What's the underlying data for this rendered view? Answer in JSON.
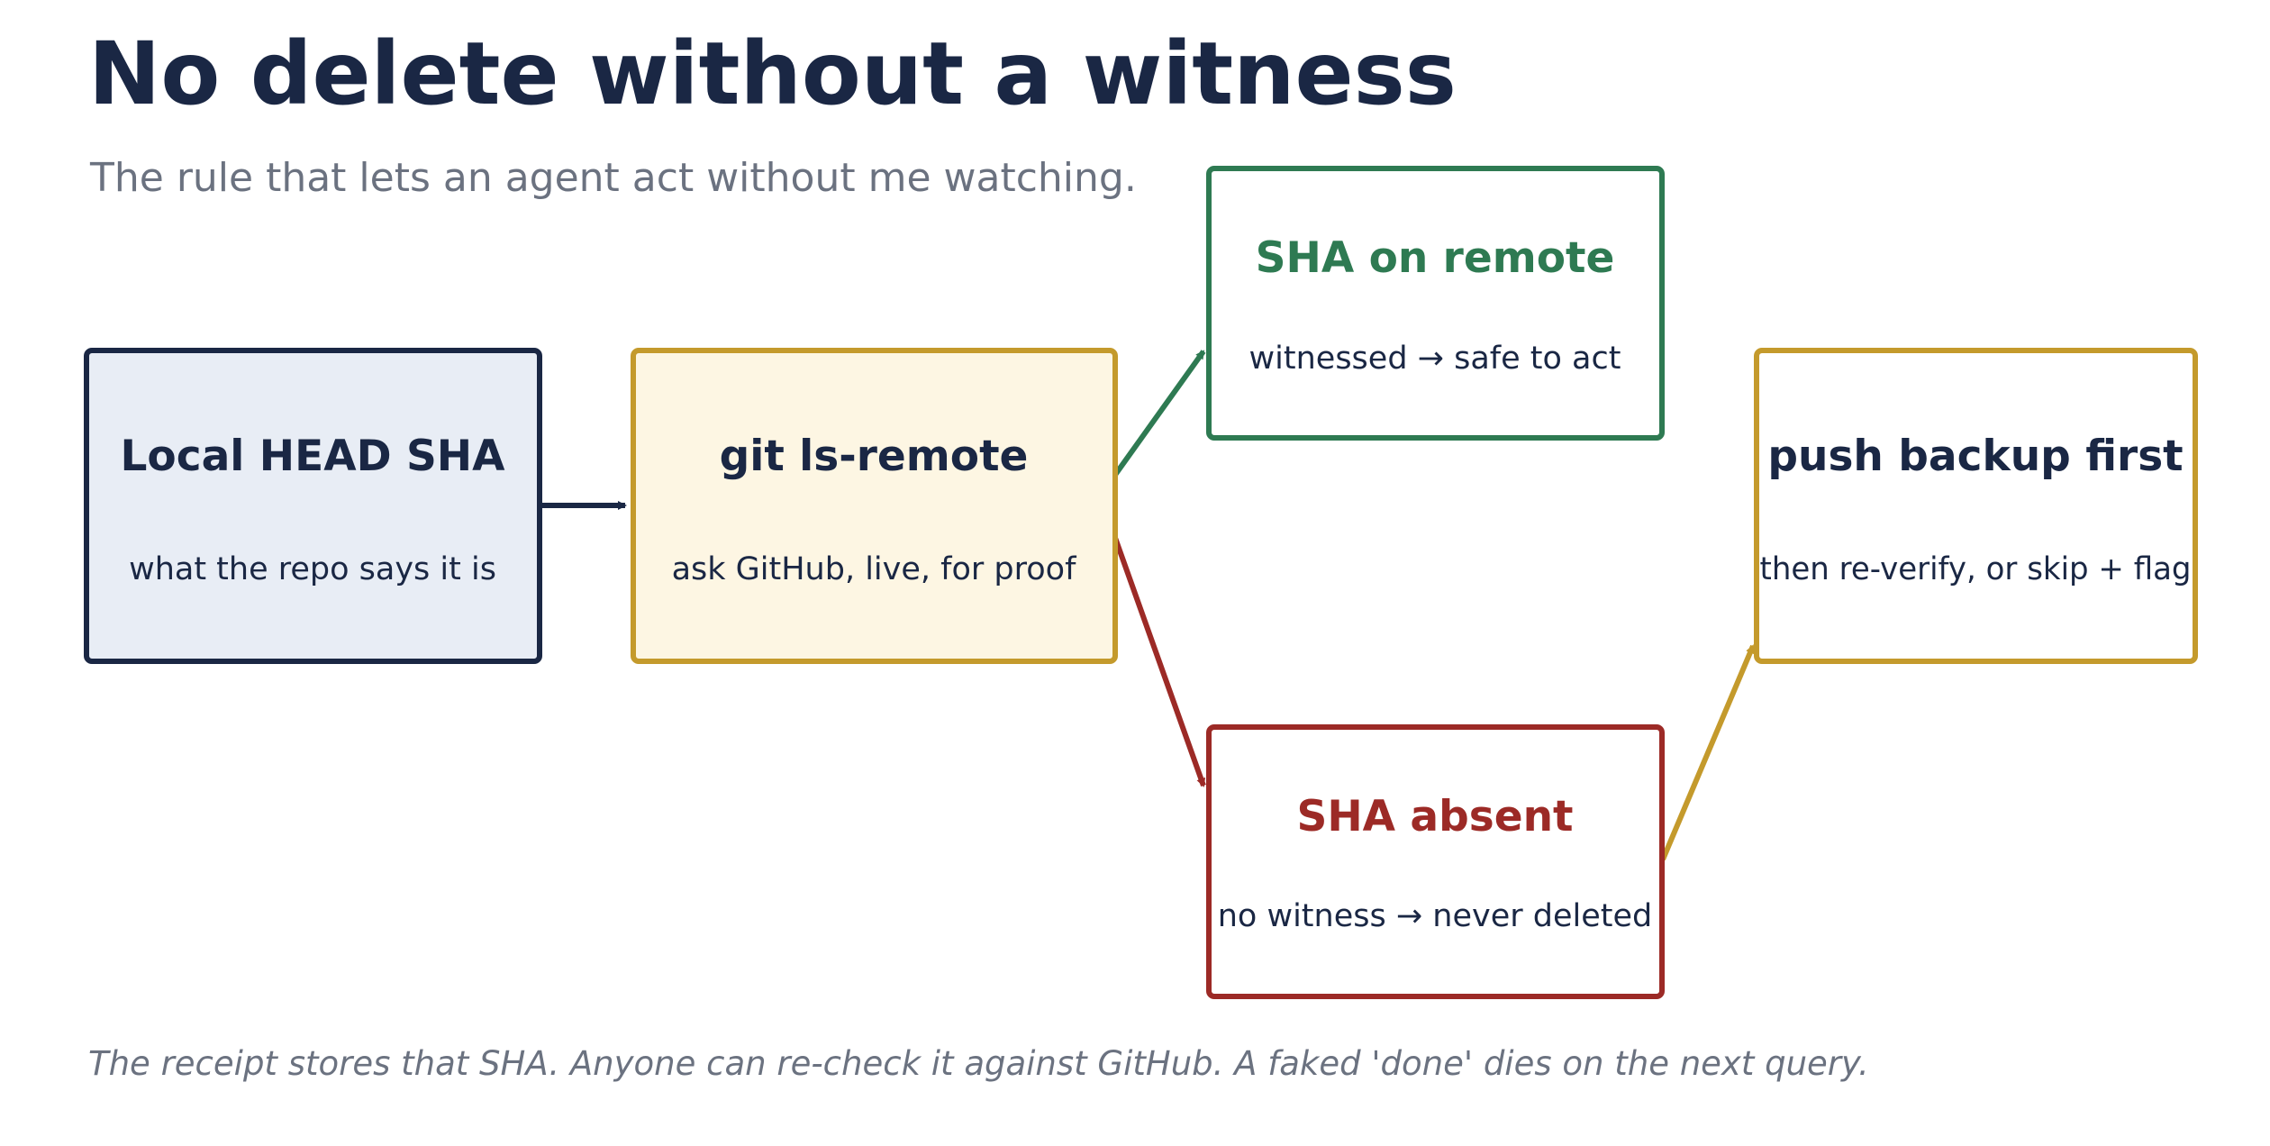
{
  "header": {
    "title": "No delete without a witness",
    "subtitle": "The rule that lets an agent act without me watching."
  },
  "nodes": {
    "local_head": {
      "title": "Local HEAD SHA",
      "subtitle": "what the repo says it is"
    },
    "ls_remote": {
      "title": "git ls-remote",
      "subtitle": "ask GitHub, live, for proof"
    },
    "sha_on_remote": {
      "title": "SHA on remote",
      "subtitle": "witnessed → safe to act"
    },
    "sha_absent": {
      "title": "SHA absent",
      "subtitle": "no witness → never deleted"
    },
    "push_backup": {
      "title": "push backup first",
      "subtitle": "then re-verify, or skip + flag"
    }
  },
  "footer": {
    "note": "The receipt stores that SHA. Anyone can re-check it against GitHub. A faked 'done' dies on the next query."
  },
  "colors": {
    "navy": "#1a2744",
    "gold": "#c49a2c",
    "green": "#2e7a52",
    "red": "#9c2a26",
    "gray": "#6b7280",
    "local_fill": "#e8edf5",
    "remote_fill": "#fdf6e3"
  }
}
